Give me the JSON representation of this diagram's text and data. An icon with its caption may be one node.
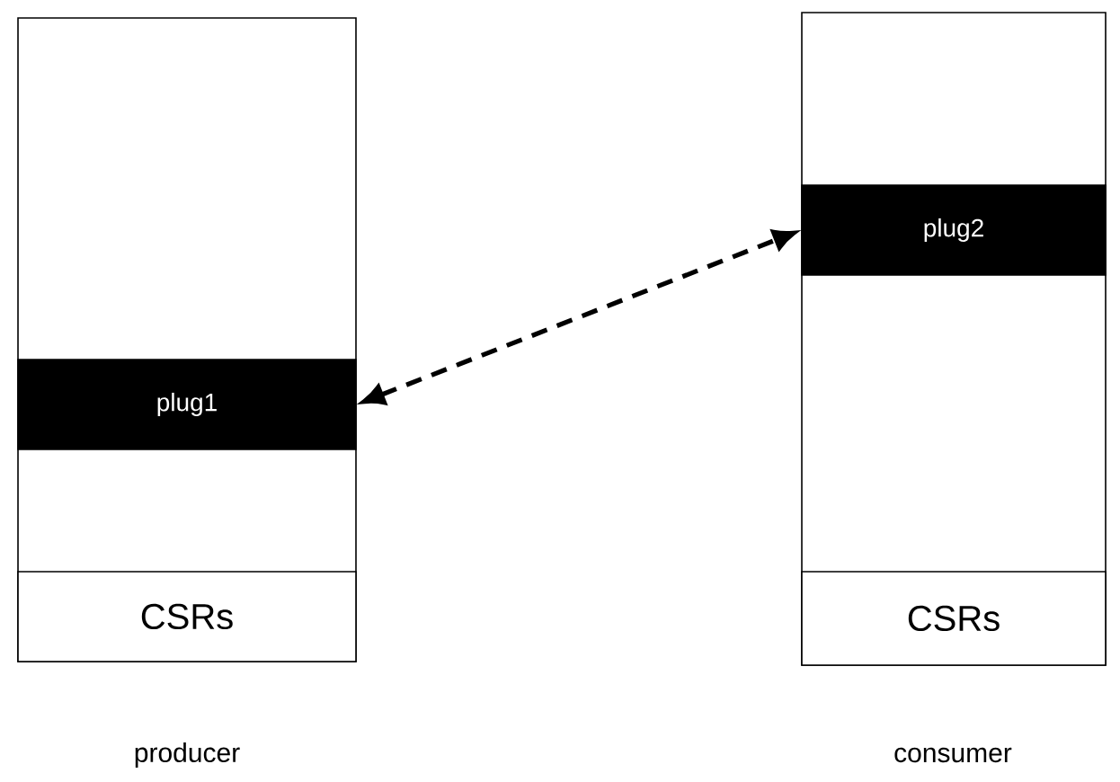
{
  "diagram": {
    "nodes": [
      {
        "text": [],
        "shape": "box",
        "beside": [
          "producer"
        ]
      },
      {
        "text": [
          "plug1"
        ],
        "in": 0
      },
      {
        "text": [
          "CSRs"
        ],
        "in": 0
      },
      {
        "text": [],
        "shape": "box",
        "beside": [
          "consumer"
        ]
      },
      {
        "text": [
          "plug2"
        ],
        "in": 3
      },
      {
        "text": [
          "CSRs"
        ],
        "in": 3
      }
    ],
    "edges": [
      {
        "from": 1,
        "to": 4,
        "arrow": "both",
        "style": "dashed"
      }
    ]
  }
}
